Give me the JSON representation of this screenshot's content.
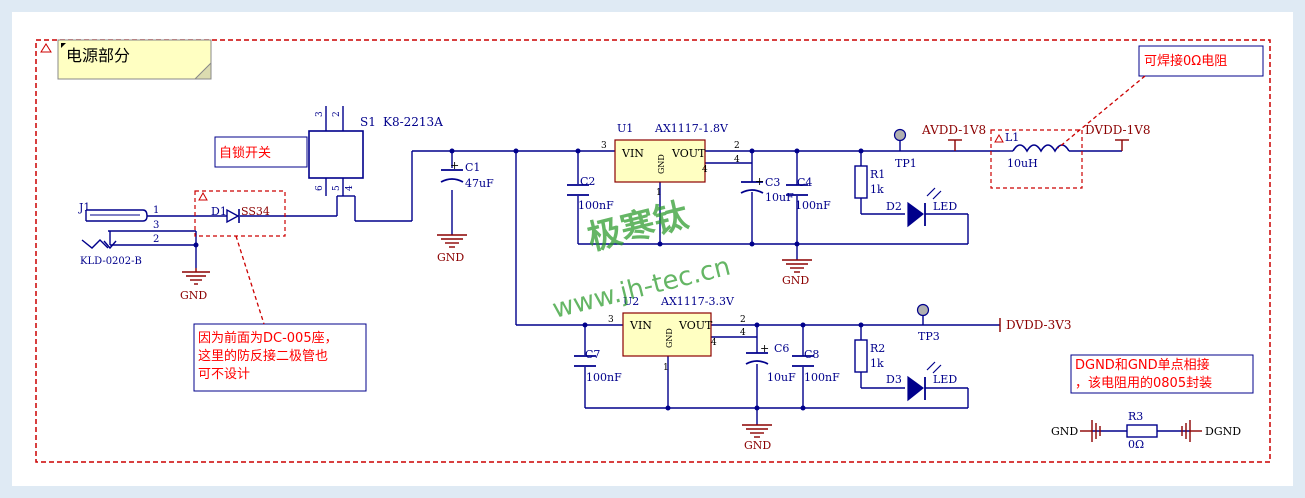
{
  "section_title": "电源部分",
  "notes": {
    "self_lock_switch": "自锁开关",
    "zero_ohm": "可焊接0Ω电阻",
    "dc_note_lines": [
      "因为前面为DC-005座，",
      "这里的防反接二极管也",
      "可不设计"
    ],
    "dgnd_note_lines": [
      "DGND和GND单点相接",
      "，该电阻用的0805封装"
    ]
  },
  "watermark": {
    "cn": "极寒钛",
    "url": "www.jh-tec.cn"
  },
  "components": {
    "j1": {
      "ref": "J1",
      "model": "KLD-0202-B",
      "pins": [
        "1",
        "3",
        "2"
      ]
    },
    "s1": {
      "ref": "S1",
      "model": "K8-2213A",
      "pins": [
        "3",
        "2",
        "6",
        "5",
        "4"
      ]
    },
    "d1": {
      "ref": "D1",
      "model": "SS34"
    },
    "c1": {
      "ref": "C1",
      "value": "47uF"
    },
    "u1": {
      "ref": "U1",
      "model": "AX1117-1.8V",
      "vin": "VIN",
      "vout": "VOUT",
      "gnd": "GND",
      "pins": [
        "3",
        "2",
        "4",
        "4",
        "1"
      ]
    },
    "u2": {
      "ref": "U2",
      "model": "AX1117-3.3V",
      "vin": "VIN",
      "vout": "VOUT",
      "gnd": "GND",
      "pins": [
        "3",
        "2",
        "4",
        "4",
        "1"
      ]
    },
    "c2": {
      "ref": "C2",
      "value": "100nF"
    },
    "c3": {
      "ref": "C3",
      "value": "10uF"
    },
    "c4": {
      "ref": "C4",
      "value": "100nF"
    },
    "c5": {
      "ref": "C7",
      "value": "100nF"
    },
    "c6": {
      "ref": "C6",
      "value": "10uF"
    },
    "c8": {
      "ref": "C8",
      "value": "100nF"
    },
    "r1": {
      "ref": "R1",
      "value": "1k"
    },
    "r2": {
      "ref": "R2",
      "value": "1k"
    },
    "r3": {
      "ref": "R3",
      "value": "0Ω"
    },
    "d2": {
      "ref": "D2",
      "model": "LED"
    },
    "d3": {
      "ref": "D3",
      "model": "LED"
    },
    "l1": {
      "ref": "L1",
      "value": "10uH"
    },
    "tp1": {
      "ref": "TP1"
    },
    "tp3": {
      "ref": "TP3"
    }
  },
  "nets": {
    "gnd": "GND",
    "dgnd": "DGND",
    "avdd": "AVDD-1V8",
    "dvdd18": "DVDD-1V8",
    "dvdd33": "DVDD-3V3"
  },
  "colors": {
    "wire": "#00008b",
    "component": "#8b0000",
    "ref_text": "#00008b",
    "net_text": "#8b0000",
    "note_red": "#ff0000",
    "note_box_fill": "#ffffff",
    "title_box_fill": "#ffffc2",
    "dashed": "#cc0000",
    "watermark": "#2a9a2a"
  }
}
